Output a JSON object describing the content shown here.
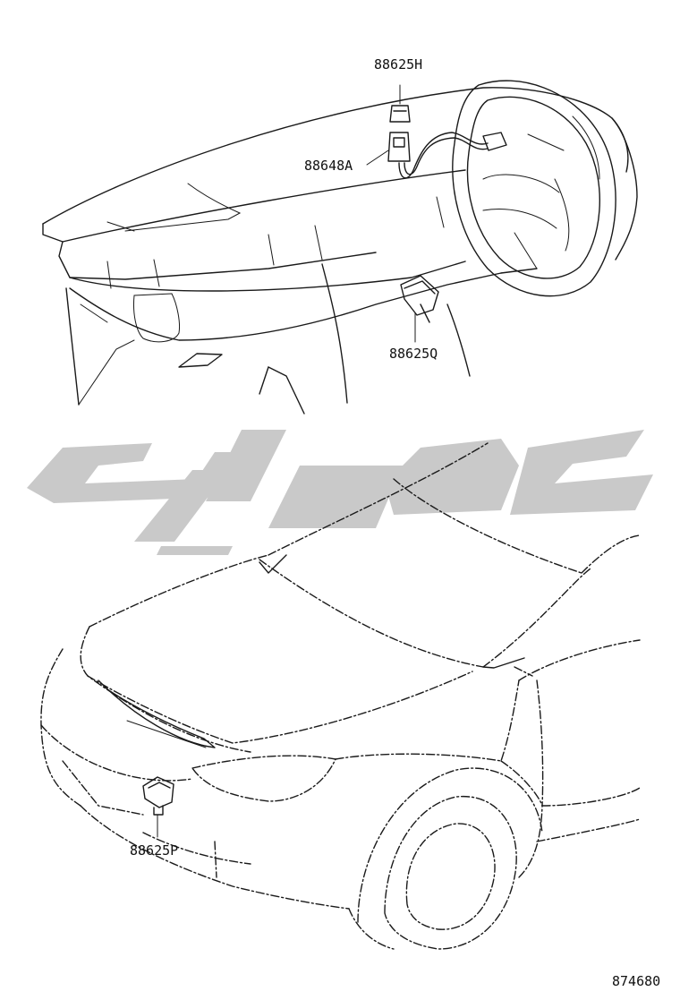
{
  "parts": {
    "sensor_h": "88625H",
    "connector_a": "88648A",
    "sensor_q": "88625Q",
    "sensor_p": "88625P"
  },
  "figure_id": "874680",
  "colors": {
    "line": "#1a1a1a",
    "watermark": "#c9c9c9",
    "background": "#ffffff"
  }
}
